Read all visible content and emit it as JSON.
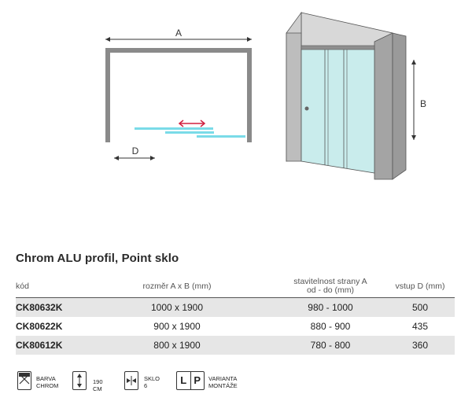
{
  "diagram": {
    "label_a": "A",
    "label_b": "B",
    "label_d": "D",
    "colors": {
      "frame": "#8a8a8a",
      "glass": "#c9ecec",
      "glass_line": "#6ad6e6",
      "slide_arrow": "#d0203f",
      "wall_dark": "#9a9a9a",
      "wall_light": "#d6d6d6"
    }
  },
  "table": {
    "title": "Chrom ALU profil, Point sklo",
    "headers": {
      "code": "kód",
      "size": "rozměr A x B (mm)",
      "adjust_line1": "stavitelnost strany A",
      "adjust_line2": "od - do (mm)",
      "entry": "vstup D (mm)"
    },
    "rows": [
      {
        "code": "CK80632K",
        "size": "1000 x 1900",
        "adjust": "980 - 1000",
        "entry": "500"
      },
      {
        "code": "CK80622K",
        "size": "900 x 1900",
        "adjust": "880 - 900",
        "entry": "435"
      },
      {
        "code": "CK80612K",
        "size": "800 x 1900",
        "adjust": "780 - 800",
        "entry": "360"
      }
    ]
  },
  "icons": {
    "color": {
      "icon": "color-swatch-icon",
      "line1": "BARVA",
      "line2": "CHROM"
    },
    "height": {
      "icon": "height-arrow-icon",
      "text": "190 CM"
    },
    "glass": {
      "icon": "glass-thickness-icon",
      "line1": "SKLO",
      "line2": "6"
    },
    "variant": {
      "icon": "left-right-variant-icon",
      "letter_l": "L",
      "letter_p": "P",
      "line1": "VARIANTA",
      "line2": "MONTÁŽE"
    }
  }
}
